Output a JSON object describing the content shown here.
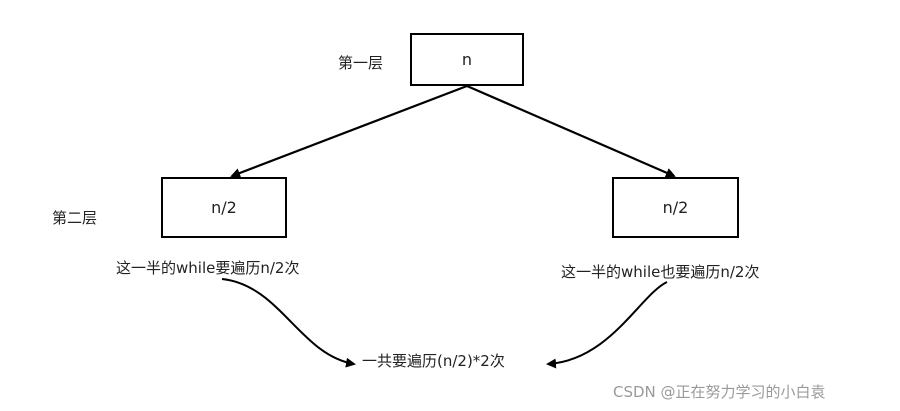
{
  "diagram": {
    "level_1_label": "第一层",
    "level_2_label": "第二层",
    "root_node": "n",
    "left_node": "n/2",
    "right_node": "n/2",
    "left_note": "这一半的while要遍历n/2次",
    "right_note": "这一半的while也要遍历n/2次",
    "total_note": "一共要遍历(n/2)*2次",
    "line_color": "#000000"
  },
  "watermark": "CSDN @正在努力学习的小白袁"
}
